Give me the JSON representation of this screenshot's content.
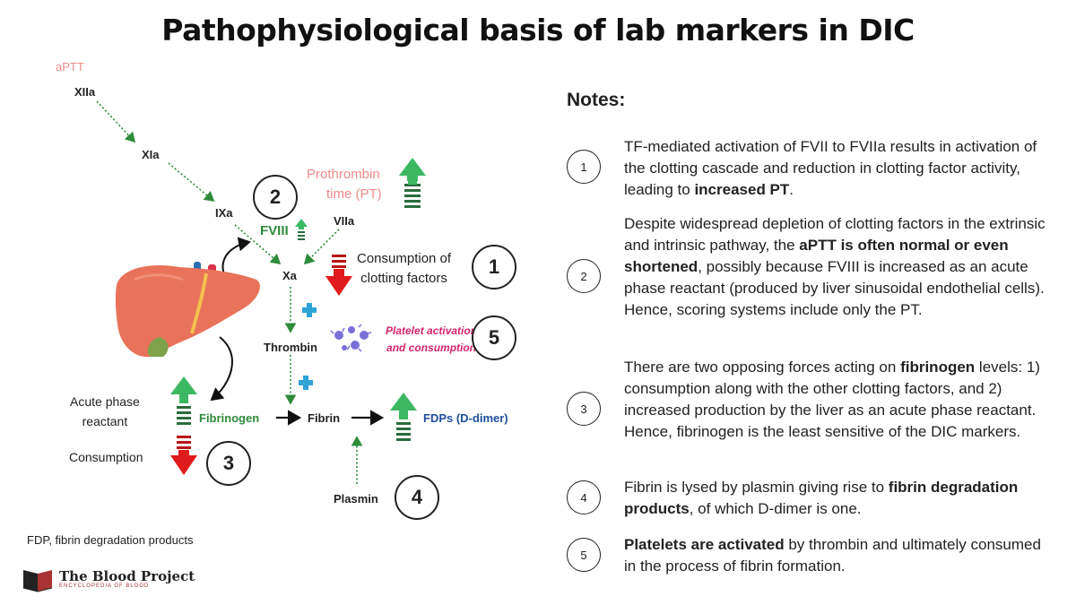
{
  "title": "Pathophysiological basis of lab markers in DIC",
  "diagram": {
    "aptt_label": "aPTT",
    "factors": {
      "xiia": "XIIa",
      "xia": "XIa",
      "ixa": "IXa",
      "viia": "VIIa",
      "xa": "Xa",
      "thrombin": "Thrombin",
      "fibrinogen": "Fibrinogen",
      "fibrin": "Fibrin",
      "fdps": "FDPs (D-dimer)",
      "plasmin": "Plasmin",
      "fviii": "FVIII"
    },
    "pt_label_line1": "Prothrombin",
    "pt_label_line2": "time (PT)",
    "consumption_clotting_line1": "Consumption of",
    "consumption_clotting_line2": "clotting factors",
    "platelet_line1": "Platelet activation",
    "platelet_line2": "and consumption",
    "acute_phase_line1": "Acute phase",
    "acute_phase_line2": "reactant",
    "consumption": "Consumption",
    "circles": [
      "1",
      "2",
      "3",
      "4",
      "5"
    ],
    "colors": {
      "green": "#3cb863",
      "red": "#e01b1b",
      "blue": "#2ea3d8",
      "pink": "#f08a8a",
      "magenta": "#d6246e",
      "liver": "#e8735a",
      "dotted_green": "#2e8b3a",
      "fdp_blue": "#1f4e9c"
    },
    "icons": [
      "liver-icon",
      "platelet-icon",
      "up-arrow-icon",
      "down-arrow-icon",
      "plus-icon",
      "book-logo-icon"
    ]
  },
  "notes": {
    "heading": "Notes:",
    "items": [
      {
        "num": "1",
        "parts": [
          {
            "t": "TF-mediated activation of FVII to FVIIa results in activation of the clotting cascade and reduction in clotting factor activity, leading to "
          },
          {
            "t": "increased PT",
            "b": true
          },
          {
            "t": "."
          }
        ]
      },
      {
        "num": "2",
        "parts": [
          {
            "t": "Despite widespread depletion of clotting factors in the extrinsic and intrinsic pathway, the "
          },
          {
            "t": "aPTT is often normal or even shortened",
            "b": true
          },
          {
            "t": ", possibly because FVIII is increased as an acute phase reactant (produced by liver sinusoidal endothelial cells). Hence, scoring systems include only the PT."
          }
        ]
      },
      {
        "num": "3",
        "parts": [
          {
            "t": "There are two opposing forces acting on "
          },
          {
            "t": "fibrinogen",
            "b": true
          },
          {
            "t": " levels: 1) consumption along with the other clotting factors, and 2) increased production by the liver as an acute phase reactant. Hence, fibrinogen is the least sensitive of the DIC markers."
          }
        ]
      },
      {
        "num": "4",
        "parts": [
          {
            "t": "Fibrin is lysed by plasmin giving rise to "
          },
          {
            "t": "fibrin degradation products",
            "b": true
          },
          {
            "t": ", of which D-dimer is one."
          }
        ]
      },
      {
        "num": "5",
        "parts": [
          {
            "t": "Platelets are activated",
            "b": true
          },
          {
            "t": " by thrombin and ultimately consumed in the process of fibrin formation."
          }
        ]
      }
    ]
  },
  "footnote": "FDP, fibrin degradation products",
  "logo": {
    "name": "The Blood Project",
    "tagline": "ENCYCLOPEDIA OF BLOOD"
  }
}
